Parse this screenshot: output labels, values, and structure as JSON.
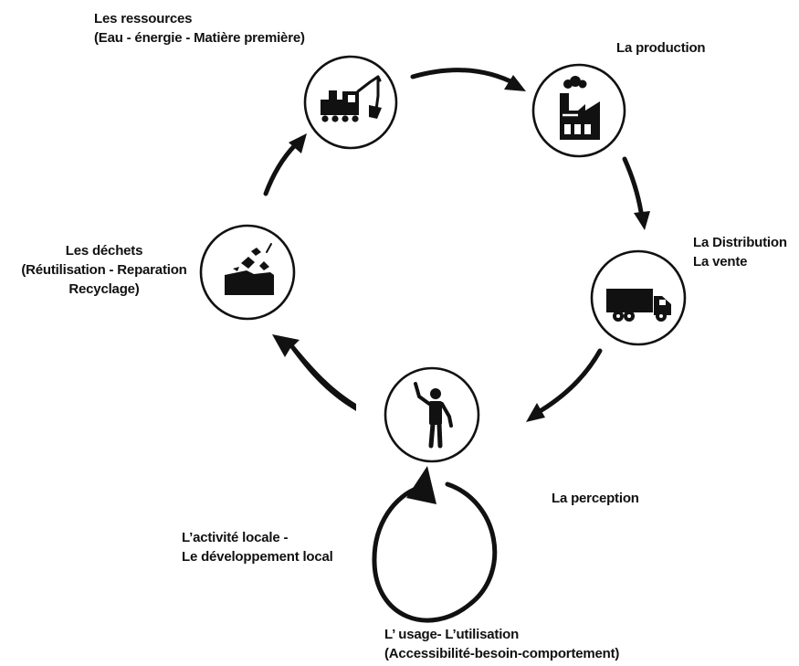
{
  "nodes": {
    "resources": {
      "title": "Les ressources",
      "subtitle": "(Eau - énergie - Matière première)",
      "icon": "excavator-icon"
    },
    "production": {
      "title": "La production",
      "icon": "factory-icon"
    },
    "distribution": {
      "title": "La Distribution",
      "subtitle": "La vente",
      "icon": "truck-icon"
    },
    "perception": {
      "title": "La perception",
      "icon": "person-icon"
    },
    "local": {
      "title": "L’activité locale -",
      "subtitle": "Le développement local"
    },
    "usage": {
      "title": "L’ usage- L’utilisation",
      "subtitle": "(Accessibilité-besoin-comportement)"
    },
    "waste": {
      "title": "Les déchets",
      "line2": "(Réutilisation - Reparation",
      "line3": "Recyclage)",
      "icon": "waste-pile-icon"
    }
  },
  "colors": {
    "ink": "#111111",
    "background": "#ffffff"
  }
}
